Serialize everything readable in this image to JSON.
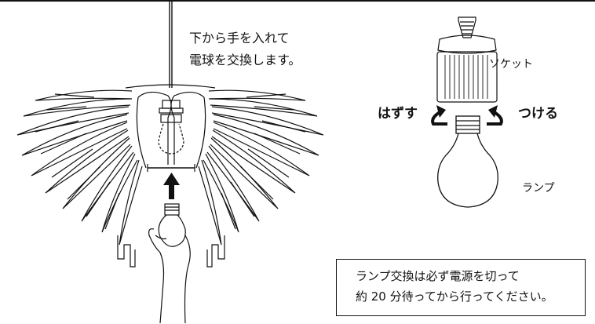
{
  "instruction": {
    "line1": "下から手を入れて",
    "line2": "電球を交換します。"
  },
  "labels": {
    "socket": "ソケット",
    "remove": "はずす",
    "attach": "つける",
    "lamp": "ランプ"
  },
  "note": {
    "line1": "ランプ交換は必ず電源を切って",
    "line2": "約 20 分待ってから行ってください。"
  },
  "colors": {
    "ink": "#111111",
    "background": "#ffffff"
  }
}
